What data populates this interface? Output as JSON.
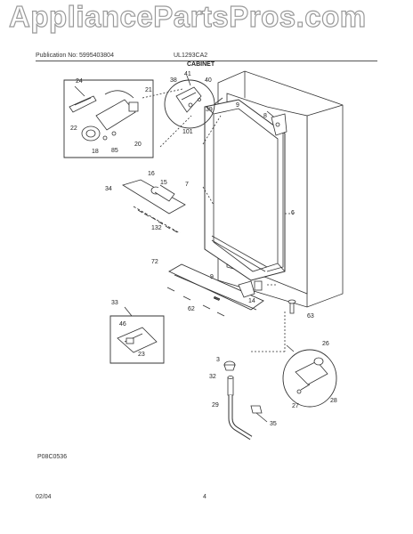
{
  "watermark": "AppliancePartsPros.com",
  "header": {
    "publication": "Publication No: 5995403804",
    "model": "UL1293CA2",
    "section_title": "CABINET"
  },
  "footer": {
    "figure_code": "P08C0536",
    "date": "02/04",
    "page_number": "4"
  },
  "callouts": [
    "24",
    "21",
    "22",
    "20",
    "18",
    "85",
    "41",
    "38",
    "40",
    "39",
    "101",
    "9",
    "8",
    "16",
    "15",
    "34",
    "7",
    "6",
    "132",
    "72",
    "9",
    "14",
    "63",
    "33",
    "46",
    "23",
    "62",
    "3",
    "32",
    "29",
    "35",
    "26",
    "27",
    "28"
  ]
}
